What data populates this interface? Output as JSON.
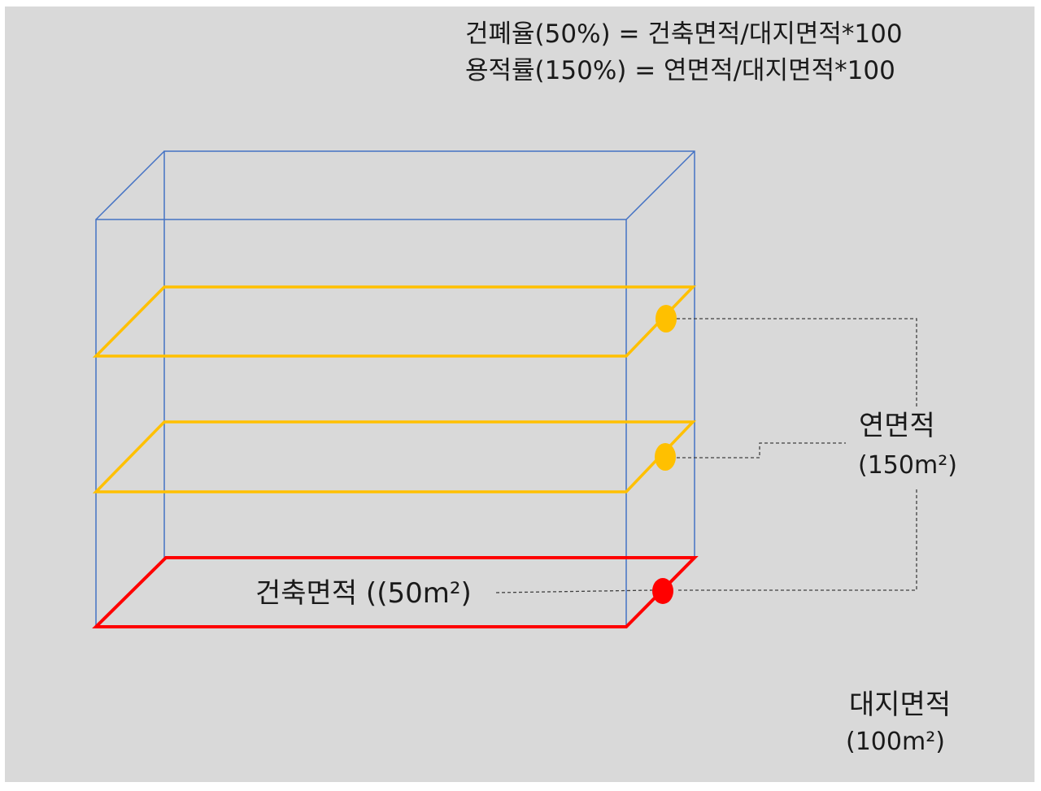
{
  "formulas": {
    "coverage_ratio": "건폐율(50%) = 건축면적/대지면적*100",
    "floor_area_ratio": "용적률(150%) = 연면적/대지면적*100"
  },
  "labels": {
    "building_area": "건축면적 ((50m²)",
    "total_floor_area_title": "연면적",
    "total_floor_area_value": "(150m²)",
    "site_area_title": "대지면적",
    "site_area_value": "(100m²)"
  },
  "colors": {
    "background": "#d9d9d9",
    "box_edges": "#4472c4",
    "upper_floors": "#ffc000",
    "ground_floor": "#ff0000",
    "leader_lines": "#404040"
  }
}
